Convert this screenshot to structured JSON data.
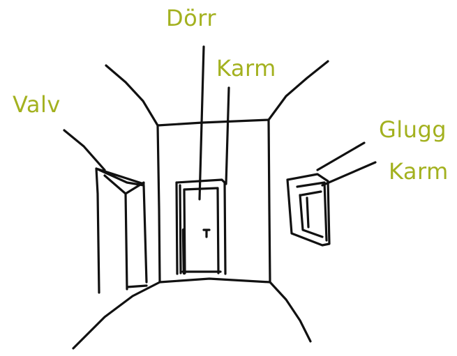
{
  "labels": {
    "dorr": "Dörr",
    "karm_top": "Karm",
    "valv": "Valv",
    "glugg": "Glugg",
    "karm_right": "Karm"
  },
  "colors": {
    "label": "#a3b11f",
    "ink": "#111111"
  }
}
